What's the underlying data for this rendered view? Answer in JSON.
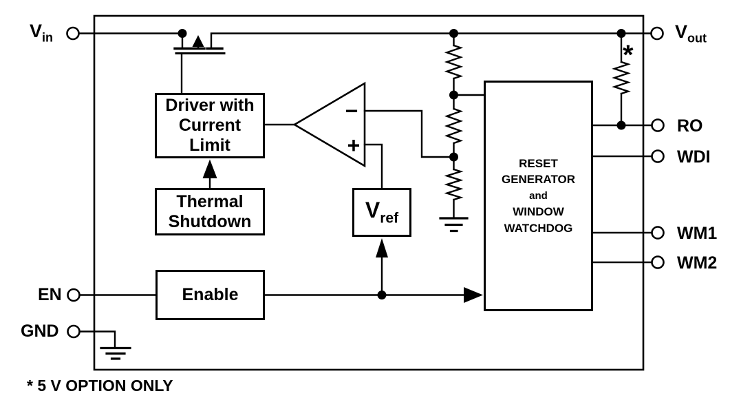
{
  "figure": {
    "pins": {
      "vin": {
        "main": "V",
        "sub": "in"
      },
      "vout": {
        "main": "V",
        "sub": "out"
      },
      "en": {
        "label": "EN"
      },
      "gnd": {
        "label": "GND"
      },
      "ro": {
        "label": "RO"
      },
      "wdi": {
        "label": "WDI"
      },
      "wm1": {
        "label": "WM1"
      },
      "wm2": {
        "label": "WM2"
      }
    },
    "blocks": {
      "driver": {
        "lines": [
          "Driver with",
          "Current",
          "Limit"
        ]
      },
      "thermal": {
        "lines": [
          "Thermal",
          "Shutdown"
        ]
      },
      "enable": {
        "label": "Enable"
      },
      "vref": {
        "main": "V",
        "sub": "ref"
      },
      "reset": {
        "lines": [
          "RESET",
          "GENERATOR",
          "and",
          "WINDOW",
          "WATCHDOG"
        ]
      }
    },
    "comparator": {
      "minus": "−",
      "plus": "+"
    },
    "annotations": {
      "resistor_asterisk": "*",
      "note": "* 5 V OPTION ONLY"
    },
    "colors": {
      "line": "#000000",
      "background": "#ffffff"
    }
  }
}
